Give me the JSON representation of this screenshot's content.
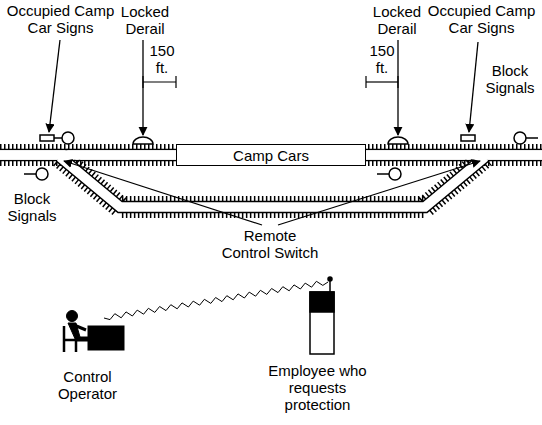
{
  "diagram": {
    "nodes": [
      {
        "text": [
          "Camp Cars"
        ]
      }
    ],
    "labels": [
      "Occupied Camp Car Signs",
      "Locked Derail",
      "150 ft.",
      "Locked Derail",
      "150 ft.",
      "Occupied Camp Car Signs",
      "Block Signals",
      "Block Signals",
      "Remote Control Switch",
      "Control Operator",
      "Employee who requests protection"
    ]
  }
}
